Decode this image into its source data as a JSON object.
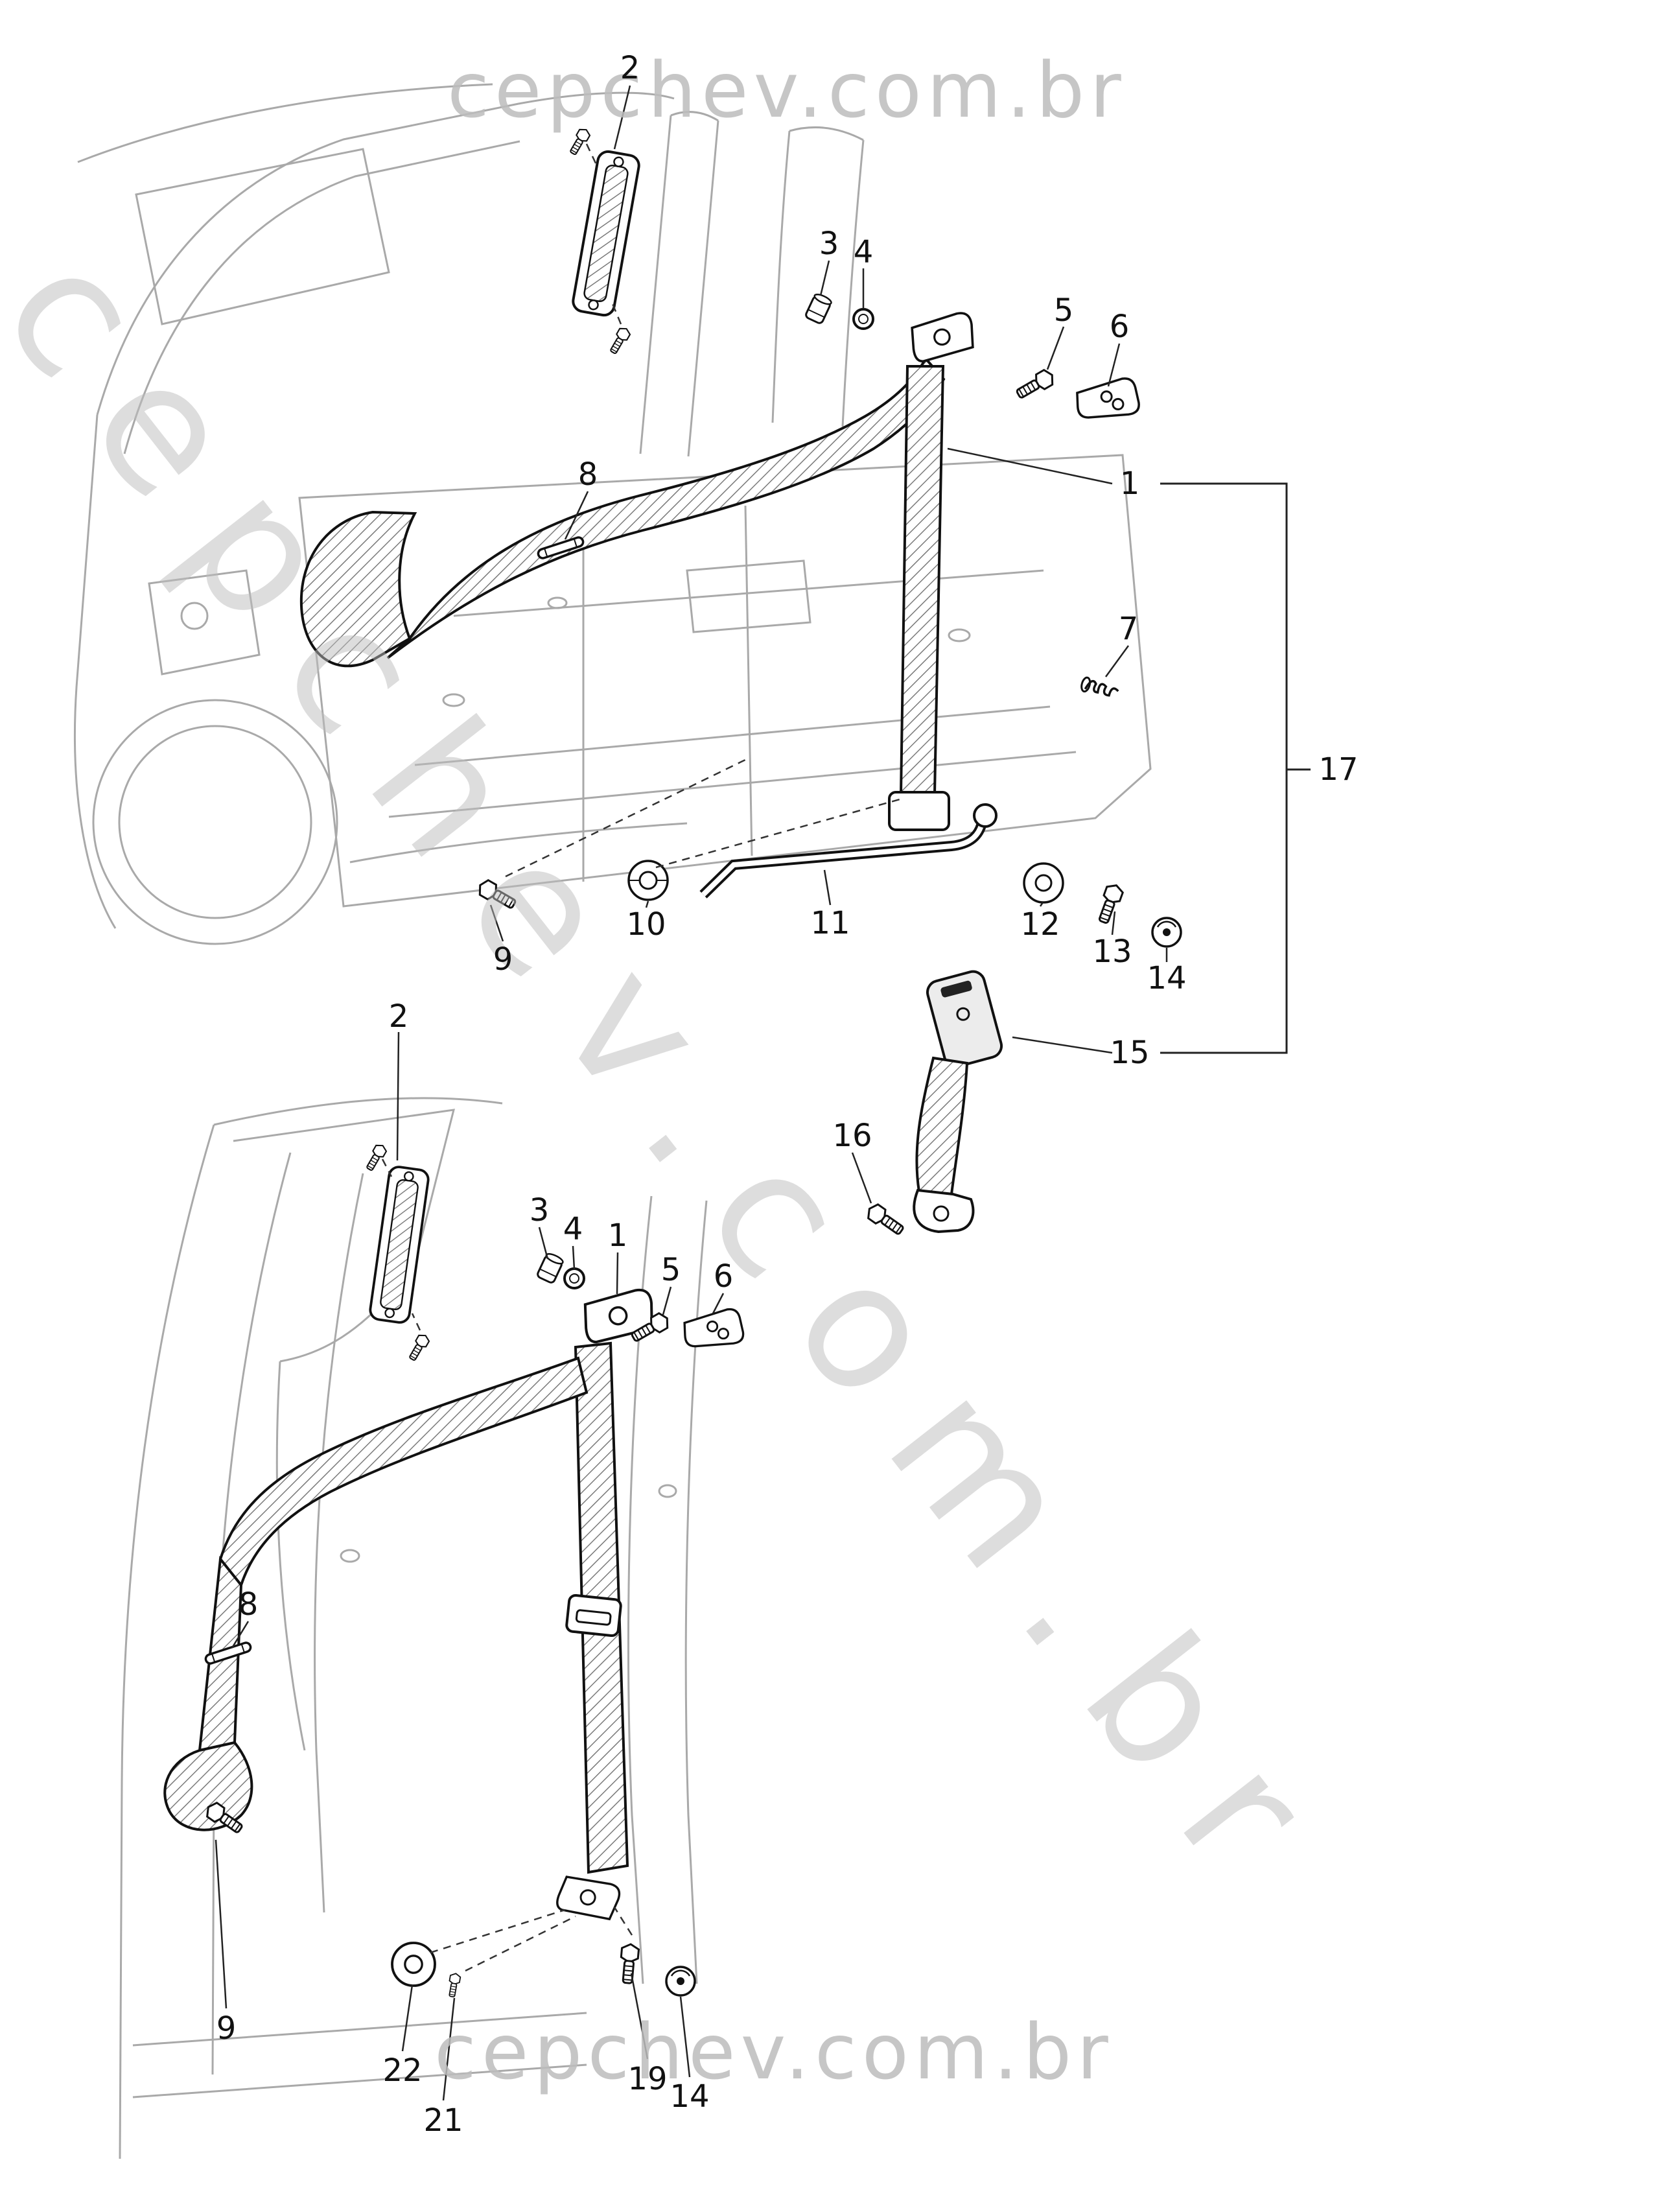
{
  "watermarks": {
    "top": "cepchev.com.br",
    "diagonal": "cepchev.com.br",
    "bottom": "cepchev.com.br"
  },
  "figure": {
    "callouts": {
      "u1": "1",
      "u2": "2",
      "u3": "3",
      "u4": "4",
      "u5": "5",
      "u6": "6",
      "u7": "7",
      "u8": "8",
      "u9": "9",
      "u10": "10",
      "u11": "11",
      "u12": "12",
      "u13": "13",
      "u14": "14",
      "u15": "15",
      "u16": "16",
      "u17": "17",
      "l1": "1",
      "l2": "2",
      "l3": "3",
      "l4": "4",
      "l5": "5",
      "l6": "6",
      "l8": "8",
      "l9": "9",
      "l14": "14",
      "l19": "19",
      "l21": "21",
      "l22": "22"
    }
  }
}
